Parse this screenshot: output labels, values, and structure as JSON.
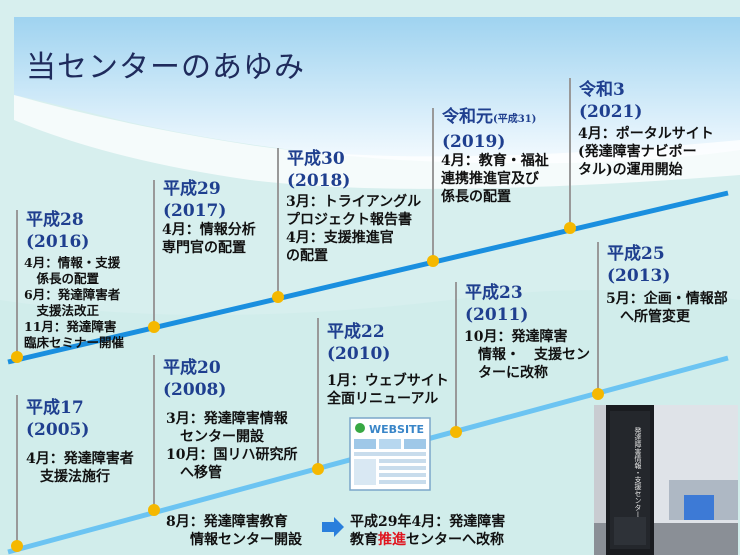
{
  "title": "当センターのあゆみ",
  "line_color": "#1a8fdf",
  "milestone_color": "#f5b800",
  "upper_timeline": [
    {
      "era": "平成28",
      "year": "(2016)",
      "lines": [
        "4月：情報・支援",
        "　係長の配置",
        "6月：発達障害者",
        "　支援法改正",
        "11月：発達障害",
        "臨床セミナー開催"
      ]
    },
    {
      "era": "平成29",
      "year": "(2017)",
      "lines": [
        "4月：情報分析",
        "専門官の配置"
      ]
    },
    {
      "era": "平成30",
      "year": "(2018)",
      "lines": [
        "3月：トライアングル",
        "プロジェクト報告書",
        "4月：支援推進官",
        "の配置"
      ]
    },
    {
      "era": "令和元",
      "era_note": "(平成31)",
      "year": "(2019)",
      "lines": [
        "4月：教育・福祉",
        "連携推進官及び",
        "係長の配置"
      ]
    },
    {
      "era": "令和3",
      "year": "(2021)",
      "lines": [
        "4月：ポータルサイト",
        "(発達障害ナビポー",
        "タル)の運用開始"
      ]
    }
  ],
  "lower_timeline": [
    {
      "era": "平成17",
      "year": "(2005)",
      "lines": [
        "4月：発達障害者",
        "　支援法施行"
      ]
    },
    {
      "era": "平成20",
      "year": "(2008)",
      "lines": [
        "3月：発達障害情報",
        "　センター開設",
        "10月：国リハ研究所",
        "　へ移管"
      ]
    },
    {
      "era": "平成22",
      "year": "(2010)",
      "lines": [
        "1月：ウェブサイト",
        "全面リニューアル"
      ]
    },
    {
      "era": "平成23",
      "year": "(2011)",
      "lines": [
        "10月：発達障害",
        "　情報・　支援セン",
        "　ターに改称"
      ]
    },
    {
      "era": "平成25",
      "year": "(2013)",
      "lines": [
        "5月：企画・情報部",
        "　へ所管変更"
      ]
    }
  ],
  "bottom_note": {
    "left_lines": [
      "8月：発達障害教育",
      "情報センター開設"
    ],
    "right_line1": "平成29年4月：発達障害",
    "right_line2_pre": "教育",
    "right_line2_red": "推進",
    "right_line2_post": "センターへ改称"
  },
  "website_image_label": "WEBSITE",
  "photo_sign_text": "発達障害情報・支援センター"
}
